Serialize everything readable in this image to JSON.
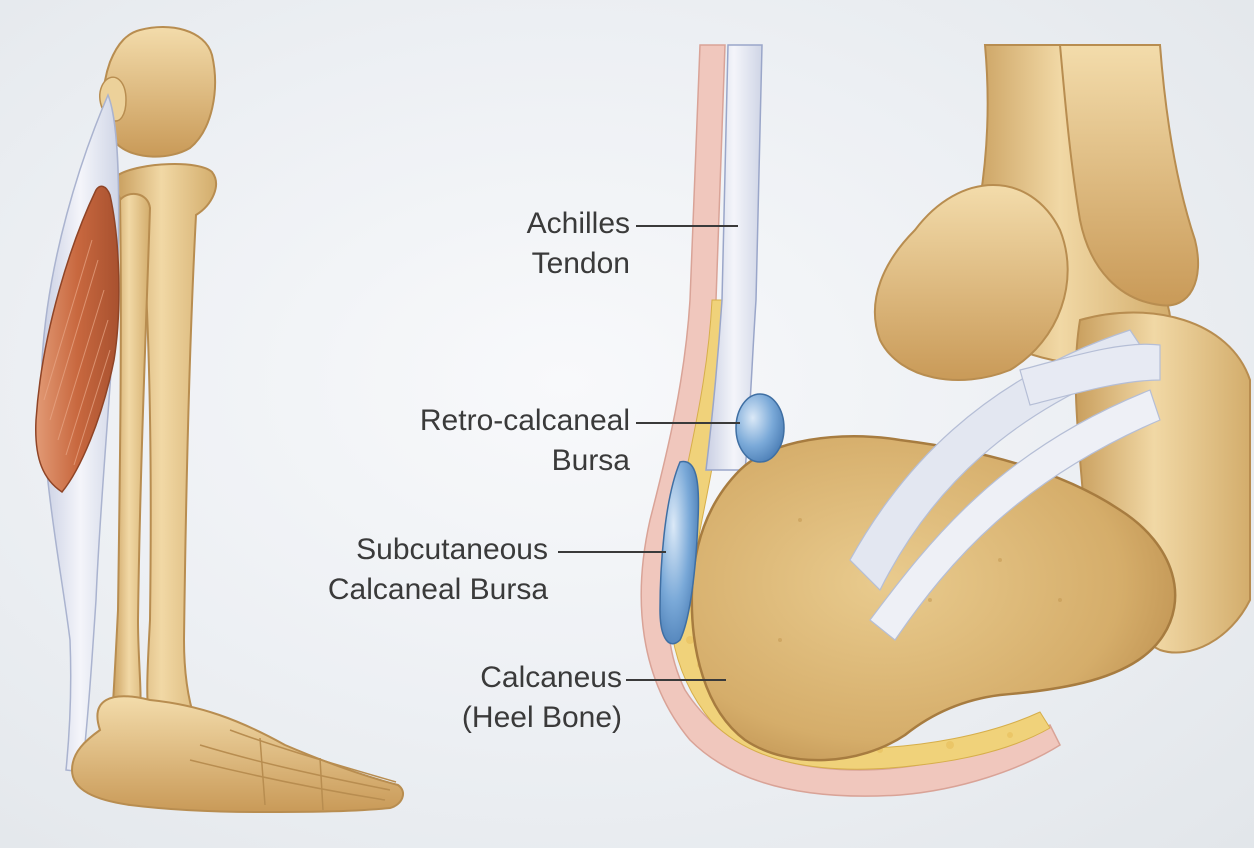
{
  "labels": {
    "achilles": [
      "Achilles",
      "Tendon"
    ],
    "retro": [
      "Retro-calcaneal",
      "Bursa"
    ],
    "subcutaneous": [
      "Subcutaneous",
      "Calcaneal Bursa"
    ],
    "calcaneus": [
      "Calcaneus",
      "(Heel Bone)"
    ]
  },
  "colors": {
    "bone": "#e7c98d",
    "bone_shadow": "#c99f5e",
    "muscle": "#c8683f",
    "tendon": "#dfe3ef",
    "bursa": "#7aa9d8",
    "fat": "#f0d27a",
    "skin": "#f0c7bd",
    "label_text": "#3a3a3a"
  }
}
